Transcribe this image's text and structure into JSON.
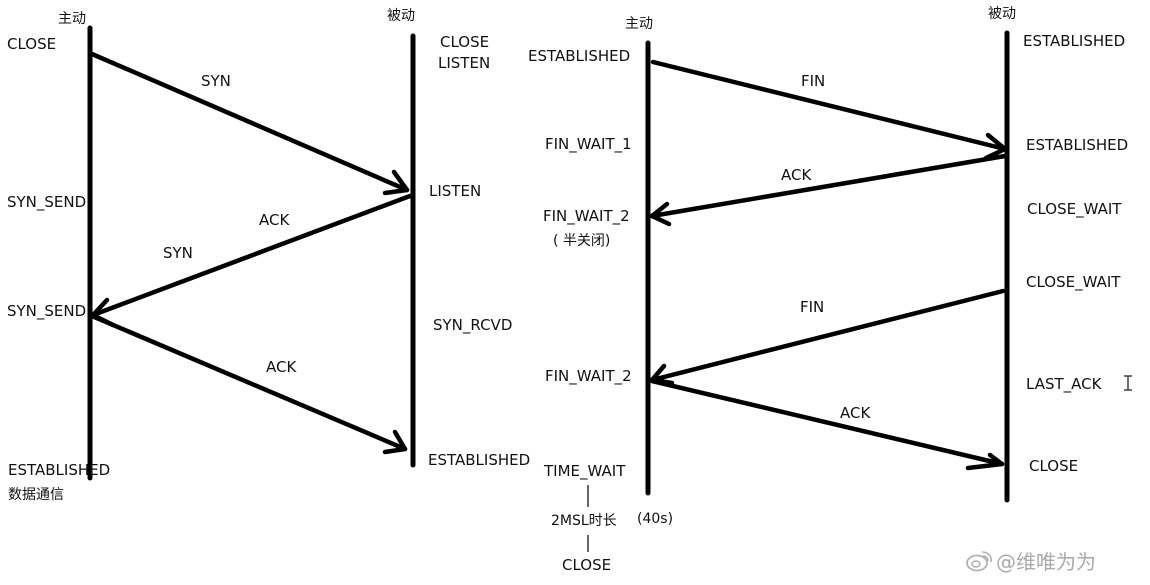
{
  "left": {
    "active_header": "主动",
    "passive_header": "被动",
    "active_states": [
      "CLOSE",
      "SYN_SEND",
      "SYN_SEND",
      "ESTABLISHED"
    ],
    "active_note": "数据通信",
    "passive_states": [
      "CLOSE",
      "LISTEN",
      "LISTEN",
      "SYN_RCVD",
      "ESTABLISHED"
    ],
    "messages": [
      "SYN",
      "ACK",
      "SYN",
      "ACK"
    ]
  },
  "right": {
    "active_header": "主动",
    "passive_header": "被动",
    "active_states": [
      "ESTABLISHED",
      "FIN_WAIT_1",
      "FIN_WAIT_2",
      "FIN_WAIT_2",
      "TIME_WAIT"
    ],
    "half_close_note": "( 半关闭)",
    "timer_label": "2MSL时长",
    "timer_value": "(40s)",
    "final_state": "CLOSE",
    "passive_states": [
      "ESTABLISHED",
      "ESTABLISHED",
      "CLOSE_WAIT",
      "CLOSE_WAIT",
      "LAST_ACK",
      "CLOSE"
    ],
    "messages": [
      "FIN",
      "ACK",
      "FIN",
      "ACK"
    ]
  },
  "watermark": "@维唯为为"
}
